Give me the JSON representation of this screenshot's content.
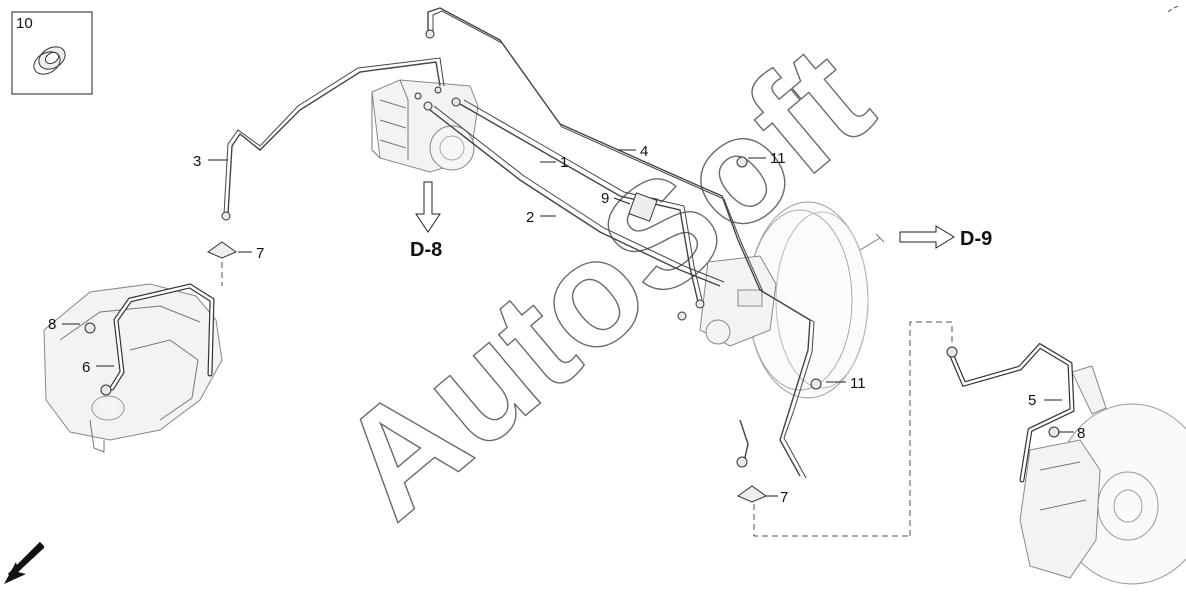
{
  "diagram": {
    "callouts": [
      {
        "id": "c10",
        "label": "10"
      },
      {
        "id": "c1",
        "label": "1"
      },
      {
        "id": "c2",
        "label": "2"
      },
      {
        "id": "c3",
        "label": "3"
      },
      {
        "id": "c4",
        "label": "4"
      },
      {
        "id": "c5",
        "label": "5"
      },
      {
        "id": "c6",
        "label": "6"
      },
      {
        "id": "c7a",
        "label": "7"
      },
      {
        "id": "c7b",
        "label": "7"
      },
      {
        "id": "c8a",
        "label": "8"
      },
      {
        "id": "c8b",
        "label": "8"
      },
      {
        "id": "c9",
        "label": "9"
      },
      {
        "id": "c11a",
        "label": "11"
      },
      {
        "id": "c11b",
        "label": "11"
      }
    ],
    "refs": {
      "d8": "D-8",
      "d9": "D-9"
    },
    "watermark": "AutoSoft"
  }
}
